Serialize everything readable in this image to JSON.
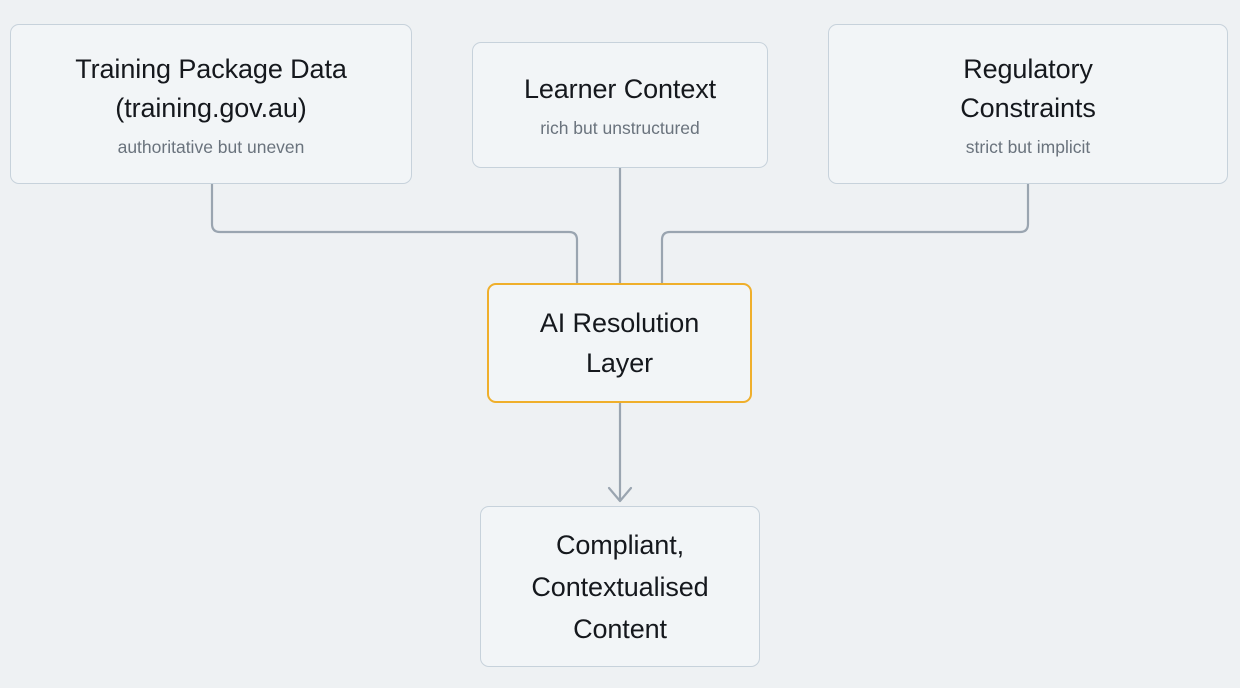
{
  "diagram": {
    "type": "flowchart",
    "background_color": "#eef1f3",
    "node_fill": "#f2f5f7",
    "node_border_color": "#c7d2db",
    "accent_border_color": "#efaf2b",
    "edge_color": "#9aa5b0",
    "title_color": "#15181d",
    "subtitle_color": "#6a737d",
    "nodes": [
      {
        "id": "training",
        "title": "Training Package Data\n(training.gov.au)",
        "subtitle": "authoritative but uneven",
        "accent": false
      },
      {
        "id": "learner",
        "title": "Learner Context",
        "subtitle": "rich but unstructured",
        "accent": false
      },
      {
        "id": "regulatory",
        "title": "Regulatory\nConstraints",
        "subtitle": "strict but implicit",
        "accent": false
      },
      {
        "id": "ai",
        "title": "AI Resolution\nLayer",
        "subtitle": "",
        "accent": true
      },
      {
        "id": "output",
        "title": "Compliant,\nContextualised\nContent",
        "subtitle": "",
        "accent": false
      }
    ],
    "edges": [
      {
        "id": "training-to-ai",
        "from": "training",
        "to": "ai",
        "style": "elbow",
        "arrowhead": false
      },
      {
        "id": "learner-to-ai",
        "from": "learner",
        "to": "ai",
        "style": "straight",
        "arrowhead": false
      },
      {
        "id": "regulatory-to-ai",
        "from": "regulatory",
        "to": "ai",
        "style": "elbow",
        "arrowhead": false
      },
      {
        "id": "ai-to-output",
        "from": "ai",
        "to": "output",
        "style": "straight",
        "arrowhead": true
      }
    ]
  }
}
